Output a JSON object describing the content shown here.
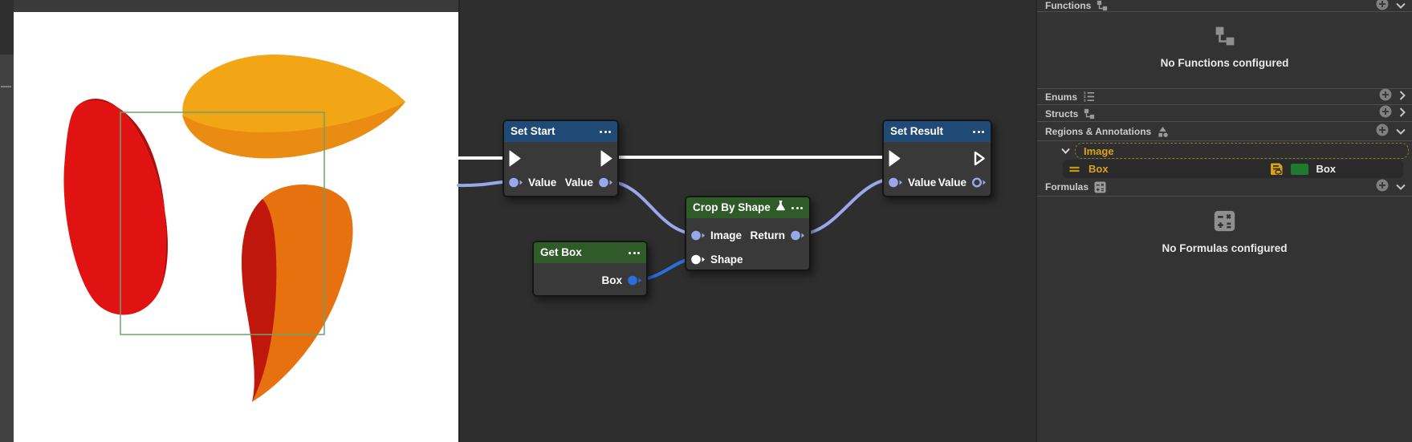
{
  "colors": {
    "node_header_blue": "#1e4a75",
    "node_header_green": "#2e5b28",
    "wire_exec_white": "#ffffff",
    "wire_data_lavender": "#98a8ea",
    "wire_data_blue": "#2b6fdd",
    "accent_gold": "#d9a21b",
    "region_outline_green": "#6ba36b",
    "box_type_swatch_green": "#1f7a2f"
  },
  "viewer": {
    "region_rectangle": {
      "name": "Box",
      "outline_color": "#6ba36b"
    },
    "shapes": [
      "yellow-petal",
      "red-petal",
      "orange-petal"
    ]
  },
  "graph": {
    "nodes": {
      "set_start": {
        "title": "Set Start",
        "in_value": "Value",
        "out_value": "Value"
      },
      "get_box": {
        "title": "Get Box",
        "out_value": "Box"
      },
      "crop_by_shape": {
        "title": "Crop By Shape",
        "in_image": "Image",
        "in_shape": "Shape",
        "out_return": "Return"
      },
      "set_result": {
        "title": "Set Result",
        "in_value": "Value",
        "out_value": "Value"
      }
    },
    "connections": [
      {
        "from": "canvas-edge",
        "to": "Set Start.exec-in",
        "kind": "exec"
      },
      {
        "from": "Set Start.exec-out",
        "to": "Set Result.exec-in",
        "kind": "exec"
      },
      {
        "from": "canvas-edge",
        "to": "Set Start.Value",
        "kind": "data-lavender"
      },
      {
        "from": "Set Start.Value",
        "to": "Crop By Shape.Image",
        "kind": "data-lavender"
      },
      {
        "from": "Get Box.Box",
        "to": "Crop By Shape.Shape",
        "kind": "data-blue"
      },
      {
        "from": "Crop By Shape.Return",
        "to": "Set Result.Value",
        "kind": "data-lavender"
      }
    ]
  },
  "panel": {
    "sections": [
      {
        "label": "Functions",
        "icon": "branch-icon",
        "empty_text": "No Functions configured"
      },
      {
        "label": "Enums",
        "icon": "list-icon"
      },
      {
        "label": "Structs",
        "icon": "branch-icon"
      },
      {
        "label": "Regions & Annotations",
        "icon": "shapes-icon",
        "group": {
          "label": "Image",
          "selected": true,
          "items": [
            {
              "label": "Box",
              "type_label": "Box",
              "type_swatch_color": "#1f7a2f"
            }
          ]
        }
      },
      {
        "label": "Formulas",
        "icon": "calculator-icon",
        "empty_text": "No Formulas configured"
      }
    ]
  }
}
